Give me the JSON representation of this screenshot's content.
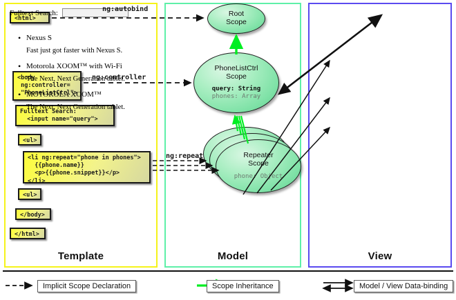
{
  "columns": {
    "template": {
      "label": "Template",
      "border_color": "#f5f31a"
    },
    "model": {
      "label": "Model",
      "border_color": "#5ef0a8"
    },
    "view": {
      "label": "View",
      "border_color": "#5a4af0"
    }
  },
  "template_boxes": [
    {
      "id": "html-open",
      "text": "<html>"
    },
    {
      "id": "body-open",
      "text": "<body\n ng:controller=\n \"PhoneListCtrl\">"
    },
    {
      "id": "search",
      "text": "Fulltext Search:\n  <input name=\"query\">"
    },
    {
      "id": "ul-open",
      "text": "<ul>"
    },
    {
      "id": "li-repeat",
      "text": "<li ng:repeat=\"phone in phones\">\n  {{phone.name}}\n  <p>{{phone.snippet}}</p>\n</li>"
    },
    {
      "id": "ul-close",
      "text": "<ul>"
    },
    {
      "id": "body-close",
      "text": "</body>"
    },
    {
      "id": "html-close",
      "text": "</html>"
    }
  ],
  "connector_labels": {
    "autobind": "ng:autobind",
    "controller": "ng:controller",
    "repeat": "ng:repeat"
  },
  "model_scopes": [
    {
      "id": "root",
      "title": "Root\nScope",
      "title_line1": "Root",
      "title_line2": "Scope",
      "props": []
    },
    {
      "id": "ctrl",
      "title_line1": "PhoneListCtrl",
      "title_line2": "Scope",
      "props": [
        {
          "text": "query: String",
          "style": "strong"
        },
        {
          "text": "phones: Array",
          "style": "dim"
        }
      ]
    },
    {
      "id": "repeater",
      "title_line1": "Repeater",
      "title_line2": "Scope",
      "props": [
        {
          "text": "phone: Object",
          "style": "dim"
        }
      ],
      "stacked": 3
    }
  ],
  "view": {
    "search_label": "Fulltext Search:",
    "search_value": "",
    "search_placeholder": "",
    "items": [
      {
        "name": "Nexus S",
        "snippet": "Fast just got faster with Nexus S."
      },
      {
        "name": "Motorola XOOM™  with Wi-Fi",
        "snippet": "The Next, Next Generation tablet."
      },
      {
        "name": "MOTOROLA XOOM™",
        "snippet": "The Next, Next Generation tablet."
      }
    ]
  },
  "legend": [
    {
      "id": "implicit-scope-declaration",
      "label": "Implicit Scope Declaration",
      "arrow": "dashed-black",
      "color": "#111111"
    },
    {
      "id": "scope-inheritance",
      "label": "Scope Inheritance",
      "arrow": "solid-green",
      "color": "#00ee22"
    },
    {
      "id": "model-view-data-binding",
      "label": "Model / View Data-binding",
      "arrow": "double-black",
      "color": "#111111"
    }
  ],
  "colors": {
    "code_box_fill": "#fdfd3a",
    "scope_fill": "#7fe2a7",
    "inheritance_arrow": "#00ee22",
    "template_border": "#f5f31a",
    "model_border": "#5ef0a8",
    "view_border": "#5a4af0"
  }
}
